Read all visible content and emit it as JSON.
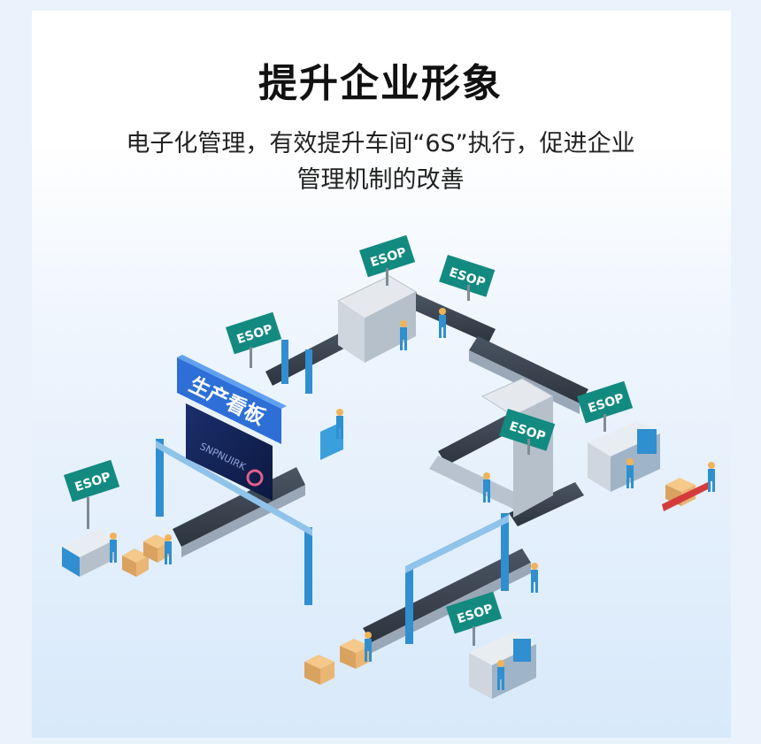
{
  "title": "提升企业形象",
  "subtitle_line1": "电子化管理，有效提升车间“6S”执行，促进企业",
  "subtitle_line2": "管理机制的改善",
  "board_text": "生产看板",
  "board_watermark": "SNPNUIRK",
  "sign_label": "ESOP",
  "colors": {
    "teal": "#138a80",
    "conveyor": "#3d4652",
    "frame": "#2f8fd0",
    "background": "#ffffff"
  }
}
